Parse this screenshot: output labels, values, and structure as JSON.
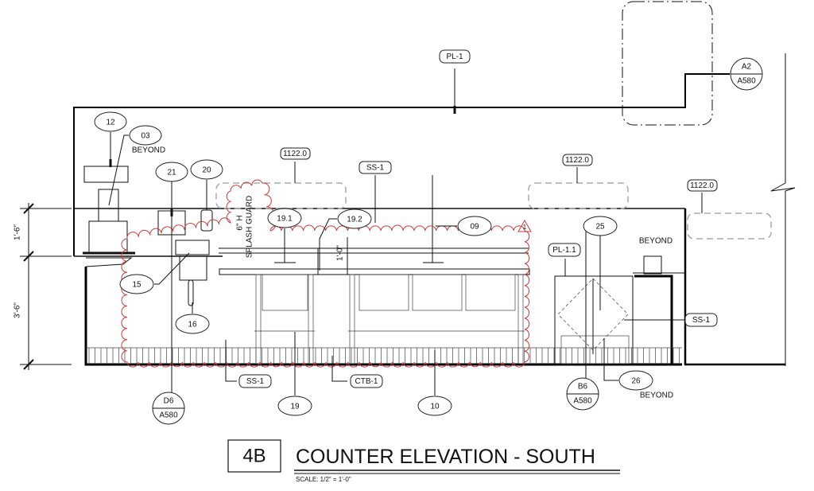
{
  "drawing": {
    "title_number": "4B",
    "title": "COUNTER ELEVATION - SOUTH",
    "scale": "SCALE:  1/2\" = 1'-0\"",
    "revision_cloud_color": "#d23a3a",
    "revision_marker": "1"
  },
  "dimensions": {
    "upper": "1'-6\"",
    "lower": "3'-6\"",
    "splash_height": "6\" H",
    "splash_label": "SPLASH GUARD",
    "sink_dim": "1'-0\""
  },
  "keynotes": {
    "k12": "12",
    "k03": "03",
    "k03_note": "BEYOND",
    "k21": "21",
    "k20": "20",
    "k19_1": "19.1",
    "k19_2": "19.2",
    "k09": "09",
    "k25": "25",
    "k25_note": "BEYOND",
    "k15": "15",
    "k16": "16",
    "k19": "19",
    "k10": "10",
    "k26": "26",
    "k26_note": "BEYOND"
  },
  "material_tags": {
    "pl1": "PL-1",
    "pl1_1": "PL-1.1",
    "ss1_top": "SS-1",
    "ss1_right": "SS-1",
    "ss1_bottom": "SS-1",
    "ctb1": "CTB-1",
    "d1122_a": "1122.0",
    "d1122_b": "1122.0",
    "d1122_c": "1122.0"
  },
  "section_refs": {
    "a2": {
      "detail": "A2",
      "sheet": "A580"
    },
    "d6": {
      "detail": "D6",
      "sheet": "A580"
    },
    "b6": {
      "detail": "B6",
      "sheet": "A580"
    }
  }
}
